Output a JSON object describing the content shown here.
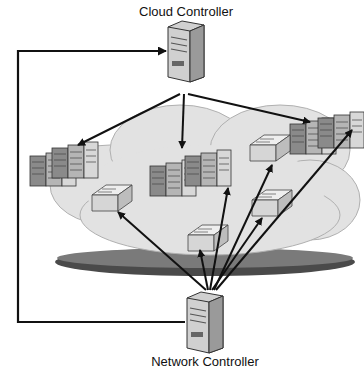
{
  "diagram": {
    "nodes": [
      {
        "text": [
          "Cloud Controller"
        ]
      },
      {
        "text": [
          "Network Controller"
        ]
      }
    ],
    "edges": [
      {
        "from": 1,
        "to": 0,
        "arrow": "to"
      }
    ]
  }
}
